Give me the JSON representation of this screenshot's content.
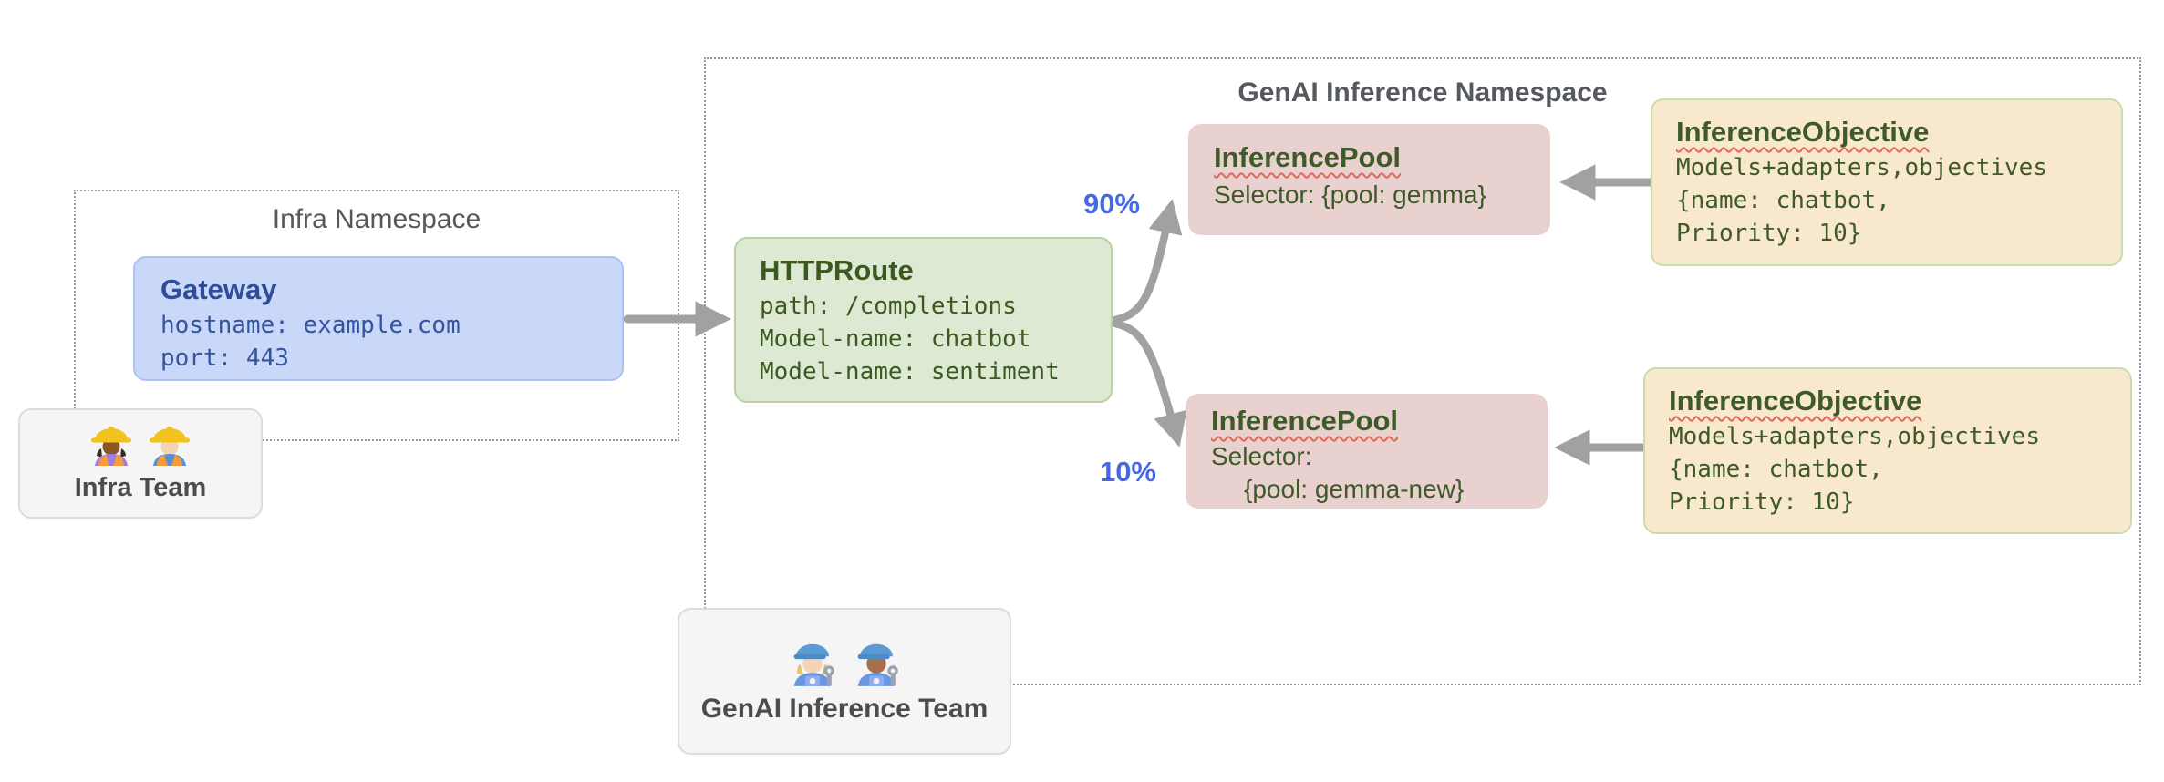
{
  "infra_namespace": {
    "title": "Infra Namespace",
    "gateway": {
      "title": "Gateway",
      "lines": [
        "hostname: example.com",
        "port: 443"
      ]
    }
  },
  "infra_team": {
    "label": "Infra Team",
    "icons": [
      "construction-worker-dark-icon",
      "construction-worker-light-icon"
    ]
  },
  "genai_namespace": {
    "title": "GenAI Inference Namespace",
    "httproute": {
      "title": "HTTPRoute",
      "lines": [
        "path: /completions",
        "Model-name: chatbot",
        "Model-name: sentiment"
      ]
    },
    "pool_top": {
      "title": "InferencePool",
      "lines": [
        "Selector: {pool: gemma}"
      ]
    },
    "pool_bottom": {
      "title": "InferencePool",
      "lines": [
        "Selector:",
        "{pool: gemma-new}"
      ]
    },
    "objective_top": {
      "title": "InferenceObjective",
      "lines": [
        "Models+adapters,objectives",
        "{name: chatbot,",
        "Priority: 10}"
      ]
    },
    "objective_bottom": {
      "title": "InferenceObjective",
      "lines": [
        "Models+adapters,objectives",
        "{name: chatbot,",
        "Priority: 10}"
      ]
    },
    "weight_top": "90%",
    "weight_bottom": "10%"
  },
  "genai_team": {
    "label": "GenAI Inference Team",
    "icons": [
      "mechanic-light-icon",
      "mechanic-medium-icon"
    ]
  },
  "colors": {
    "gateway_fill": "#c9d8f8",
    "gateway_text": "#2e4e9b",
    "httproute_fill": "#dde9d2",
    "pool_fill": "#e9d1cf",
    "objective_fill": "#f8e8cd",
    "green_text": "#3c5a20",
    "namespace_border": "#94969a",
    "arrow": "#a1a1a1",
    "weight_blue": "#4569e6",
    "squiggle_red": "#e0685a",
    "team_fill": "#f5f5f5"
  }
}
